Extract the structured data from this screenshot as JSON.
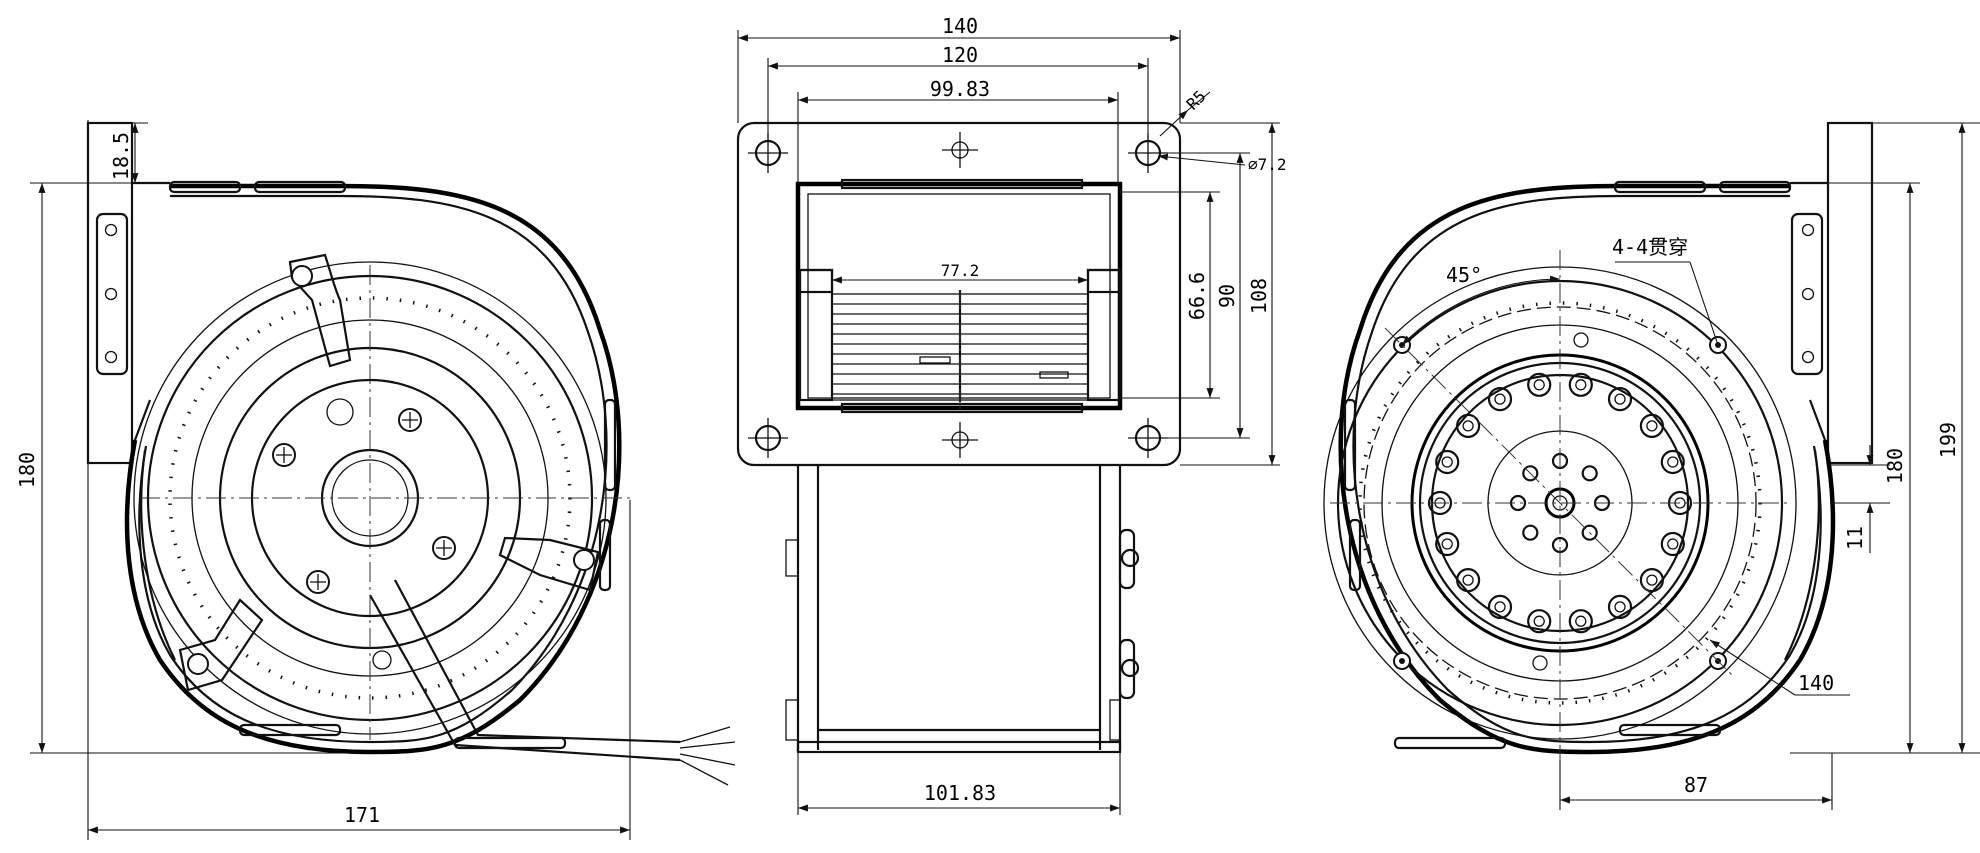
{
  "left_view": {
    "dims": {
      "tab": "18.5",
      "height": "180",
      "width": "171"
    }
  },
  "middle_view": {
    "dims": {
      "overall_width": "140",
      "hole_spacing": "120",
      "outlet_inner": "99.83",
      "corner_radius": "R5",
      "hole_dia": "⌀7.2",
      "inner_width": "77.2",
      "outlet_height": "66.6",
      "hole_vertical": "90",
      "flange_height": "108",
      "body_depth": "101.83"
    }
  },
  "right_view": {
    "dims": {
      "holes_note": "4-4贯穿",
      "angle": "45°",
      "overall_height": "199",
      "height": "180",
      "offset": "11",
      "hole_circle": "140",
      "half_width": "87"
    }
  }
}
